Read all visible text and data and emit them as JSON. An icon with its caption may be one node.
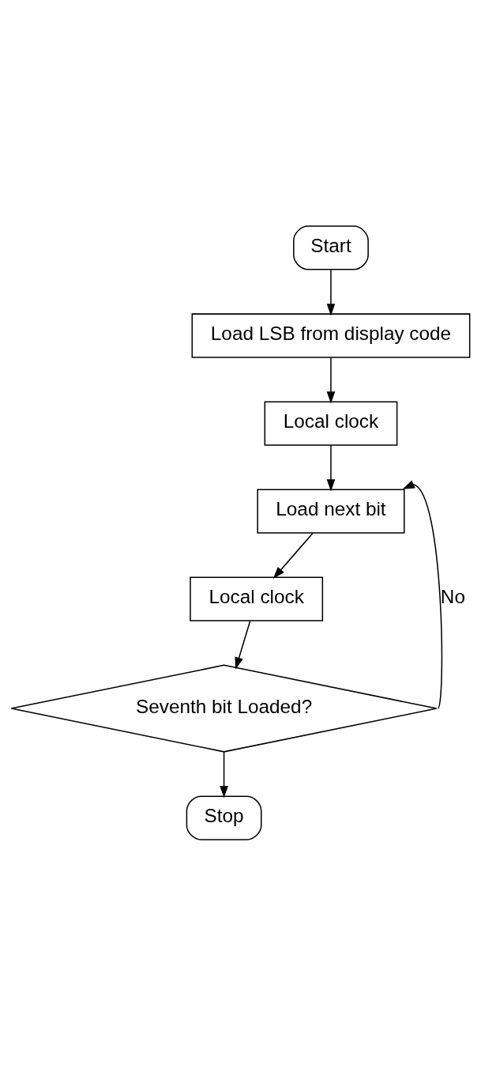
{
  "diagram": {
    "nodes": [
      {
        "text": [
          "Start"
        ]
      },
      {
        "text": [
          "Load LSB from display code"
        ]
      },
      {
        "text": [
          "Local clock"
        ]
      },
      {
        "text": [
          "Load next bit"
        ]
      },
      {
        "text": [
          "Local clock"
        ]
      },
      {
        "text": [
          "Seventh bit Loaded?"
        ]
      },
      {
        "text": [
          "Stop"
        ]
      }
    ],
    "edges": [
      {
        "from": 0,
        "to": 1,
        "arrow": "to"
      },
      {
        "from": 1,
        "to": 2,
        "arrow": "to"
      },
      {
        "from": 2,
        "to": 3,
        "arrow": "to"
      },
      {
        "from": 3,
        "to": 4,
        "arrow": "to"
      },
      {
        "from": 4,
        "to": 5,
        "arrow": "to"
      },
      {
        "from": 5,
        "to": 3,
        "arrow": "to",
        "label": "No"
      },
      {
        "from": 5,
        "to": 6,
        "arrow": "to"
      }
    ]
  }
}
